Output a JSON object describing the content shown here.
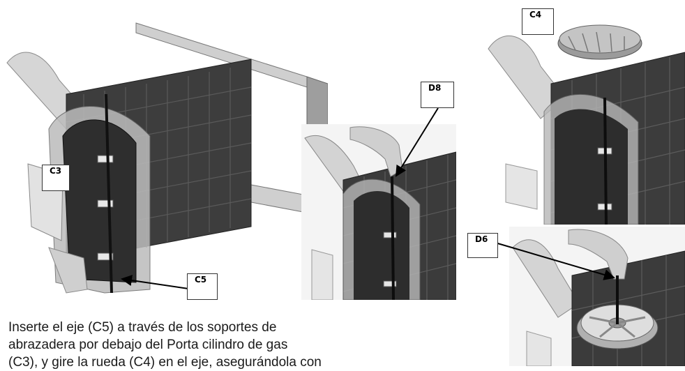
{
  "labels": {
    "c3": "C3",
    "c5": "C5",
    "d8": "D8",
    "c4": "C4",
    "d6": "D6"
  },
  "instructions": {
    "line1": "Inserte el eje (C5) a través de los soportes de",
    "line2": "abrazadera por debajo del Porta cilindro de gas",
    "line3": "(C3), y gire la rueda (C4) en el eje, asegurándola con"
  },
  "colors": {
    "plastic_dark": "#3a3a3a",
    "plastic_light": "#d8d8d8",
    "frame_metal": "#bdbdbd",
    "background": "#ffffff"
  }
}
